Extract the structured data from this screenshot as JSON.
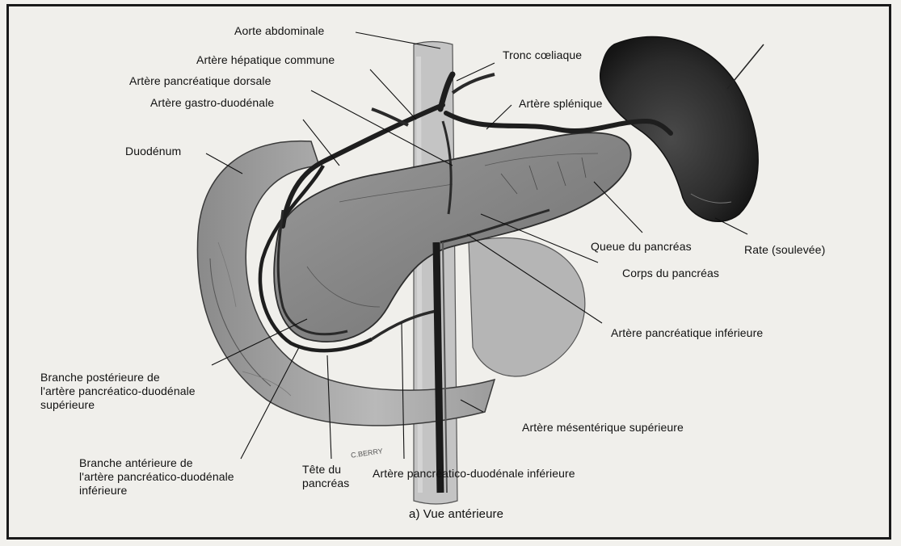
{
  "labels": {
    "aorte_abdominale": "Aorte abdominale",
    "artere_hepatique_commune": "Artère hépatique commune",
    "artere_pancreatique_dorsale": "Artère pancréatique dorsale",
    "artere_gastro_duodenale": "Artère gastro-duodénale",
    "duodenum": "Duodénum",
    "tronc_coeliaque": "Tronc cœliaque",
    "artere_splenique": "Artère splénique",
    "queue_du_pancreas": "Queue du pancréas",
    "rate": "Rate (soulevée)",
    "corps_du_pancreas": "Corps du pancréas",
    "artere_pancreatique_inferieure": "Artère pancréatique inférieure",
    "branche_posterieure": "Branche postérieure de\nl'artère pancréatico-duodénale\nsupérieure",
    "artere_mesenterique_superieure": "Artère mésentérique supérieure",
    "branche_anterieure": "Branche antérieure de\nl'artère pancréatico-duodénale\ninférieure",
    "tete_du_pancreas": "Tête du\npancréas",
    "artere_pancreatico_duodenale_inferieure": "Artère pancréatico-duodénale inférieure",
    "caption": "a) Vue antérieure",
    "signature": "C.BERRY"
  }
}
